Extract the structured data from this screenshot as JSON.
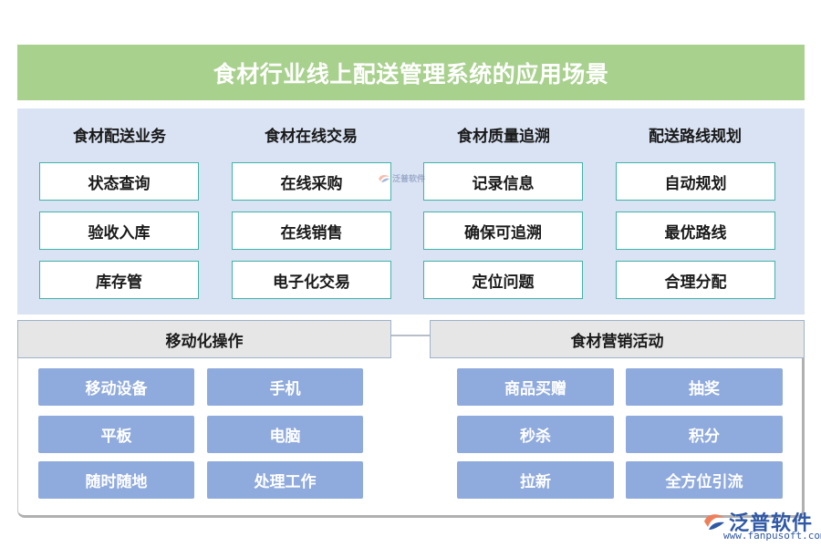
{
  "title": "食材行业线上配送管理系统的应用场景",
  "columns": [
    {
      "heading": "食材配送业务",
      "items": [
        "状态查询",
        "验收入库",
        "库存管"
      ]
    },
    {
      "heading": "食材在线交易",
      "items": [
        "在线采购",
        "在线销售",
        "电子化交易"
      ]
    },
    {
      "heading": "食材质量追溯",
      "items": [
        "记录信息",
        "确保可追溯",
        "定位问题"
      ]
    },
    {
      "heading": "配送路线规划",
      "items": [
        "自动规划",
        "最优路线",
        "合理分配"
      ]
    }
  ],
  "groups": [
    {
      "heading": "移动化操作",
      "items": [
        "移动设备",
        "手机",
        "平板",
        "电脑",
        "随时随地",
        "处理工作"
      ]
    },
    {
      "heading": "食材营销活动",
      "items": [
        "商品买赠",
        "抽奖",
        "秒杀",
        "积分",
        "拉新",
        "全方位引流"
      ]
    }
  ],
  "watermark": {
    "text": "泛普软件"
  },
  "logo": {
    "name": "泛普软件",
    "url": "www.fanpusoft.com",
    "icon": "fanpu-logo-icon"
  },
  "colors": {
    "title_bg": "#a9d18e",
    "panel_bg": "#dae3f3",
    "box_border": "#3fb3a8",
    "blue_box": "#8faadc",
    "group_head_bg": "#e7e6e6"
  }
}
